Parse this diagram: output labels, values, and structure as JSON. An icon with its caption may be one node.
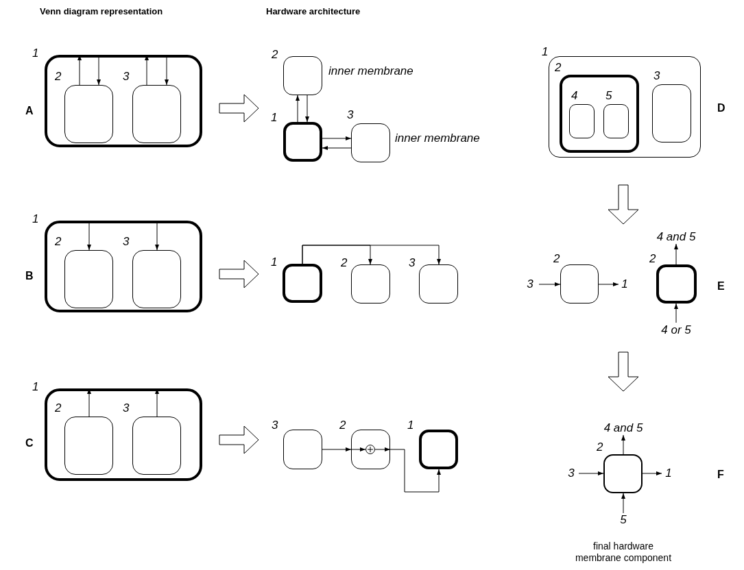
{
  "diagram": {
    "nodes": [
      {
        "text": [
          "1"
        ]
      },
      {
        "text": [
          "2"
        ],
        "in": 0
      },
      {
        "text": [
          "3"
        ],
        "in": 0
      },
      {
        "text": [
          "2"
        ],
        "beside": [
          "inner membrane"
        ]
      },
      {
        "text": [
          "1"
        ]
      },
      {
        "text": [
          "3"
        ],
        "beside": [
          "inner membrane"
        ]
      },
      {
        "text": [
          "1"
        ]
      },
      {
        "text": [
          "2"
        ],
        "in": 6
      },
      {
        "text": [
          "3"
        ],
        "in": 6
      },
      {
        "text": [
          "1"
        ]
      },
      {
        "text": [
          "2"
        ]
      },
      {
        "text": [
          "3"
        ]
      },
      {
        "text": [
          "1"
        ]
      },
      {
        "text": [
          "2"
        ],
        "in": 12
      },
      {
        "text": [
          "3"
        ],
        "in": 12
      },
      {
        "text": [
          "3"
        ]
      },
      {
        "text": [
          "2"
        ]
      },
      {
        "text": [],
        "shape": "circle",
        "in": 16
      },
      {
        "text": [
          "1"
        ]
      },
      {
        "text": [
          "1"
        ]
      },
      {
        "text": [
          "2"
        ],
        "in": 19
      },
      {
        "text": [
          "4"
        ],
        "in": 20
      },
      {
        "text": [
          "5"
        ],
        "in": 20
      },
      {
        "text": [
          "3"
        ],
        "in": 19
      },
      {
        "text": [
          "3"
        ]
      },
      {
        "text": [
          "2"
        ]
      },
      {
        "text": [
          "1"
        ]
      },
      {
        "text": [
          "4 and 5"
        ]
      },
      {
        "text": [
          "2"
        ]
      },
      {
        "text": [
          "4 or 5"
        ]
      },
      {
        "text": [
          "4 and 5"
        ]
      },
      {
        "text": [
          "3"
        ]
      },
      {
        "text": [
          "2"
        ]
      },
      {
        "text": [
          "1"
        ]
      },
      {
        "text": [
          "5"
        ]
      }
    ],
    "edges": [
      {
        "from": 1,
        "to": 0,
        "arrow": "to"
      },
      {
        "from": 0,
        "to": 1,
        "arrow": "to"
      },
      {
        "from": 2,
        "to": 0,
        "arrow": "to"
      },
      {
        "from": 0,
        "to": 2,
        "arrow": "to"
      },
      {
        "from": 4,
        "to": 3,
        "arrow": "to"
      },
      {
        "from": 3,
        "to": 4,
        "arrow": "to"
      },
      {
        "from": 4,
        "to": 5,
        "arrow": "to"
      },
      {
        "from": 5,
        "to": 4,
        "arrow": "to"
      },
      {
        "from": 6,
        "to": 7,
        "arrow": "to"
      },
      {
        "from": 6,
        "to": 8,
        "arrow": "to"
      },
      {
        "from": 9,
        "to": 10,
        "arrow": "to"
      },
      {
        "from": 9,
        "to": 11,
        "arrow": "to"
      },
      {
        "from": 13,
        "to": 12,
        "arrow": "to"
      },
      {
        "from": 14,
        "to": 12,
        "arrow": "to"
      },
      {
        "from": 15,
        "to": 16,
        "arrow": "to"
      },
      {
        "from": 16,
        "to": 17,
        "arrow": "to"
      },
      {
        "from": 17,
        "to": 16,
        "arrow": "to"
      },
      {
        "from": 16,
        "to": 18,
        "arrow": "to"
      },
      {
        "from": 24,
        "to": 25,
        "arrow": "to"
      },
      {
        "from": 25,
        "to": 26,
        "arrow": "to"
      },
      {
        "from": 28,
        "to": 27,
        "arrow": "to"
      },
      {
        "from": 29,
        "to": 28,
        "arrow": "to"
      },
      {
        "from": 31,
        "to": 32,
        "arrow": "to"
      },
      {
        "from": 32,
        "to": 33,
        "arrow": "to"
      },
      {
        "from": 32,
        "to": 30,
        "arrow": "to"
      },
      {
        "from": 34,
        "to": 32,
        "arrow": "to"
      }
    ],
    "labels": [
      "Venn diagram representation",
      "Hardware architecture",
      "A",
      "D",
      "B",
      "E",
      "C",
      "F",
      "final hardware membrane component"
    ]
  }
}
